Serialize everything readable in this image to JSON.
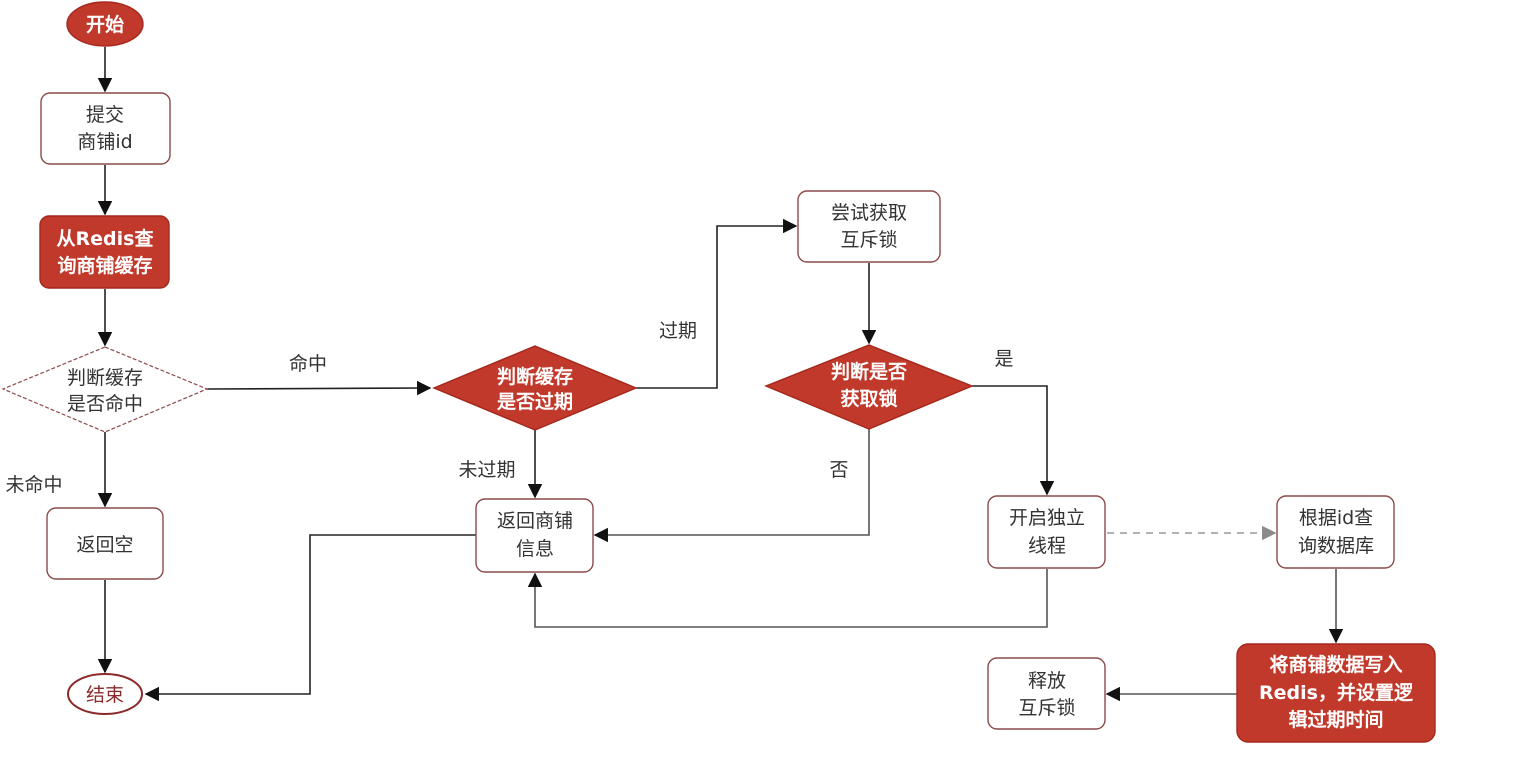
{
  "colors": {
    "accent_fill": "#c0392b",
    "node_border": "#8b4a4a",
    "edge": "#222222",
    "dashed_edge": "#999999",
    "text": "#333333"
  },
  "nodes": {
    "start": {
      "lines": [
        "开始"
      ],
      "shape": "ellipse",
      "style": "filled"
    },
    "submit_id": {
      "lines": [
        "提交",
        "商铺id"
      ],
      "shape": "rounded-rect",
      "style": "outline"
    },
    "query_redis": {
      "lines": [
        "从Redis查",
        "询商铺缓存"
      ],
      "shape": "rounded-rect",
      "style": "filled"
    },
    "check_hit": {
      "lines": [
        "判断缓存",
        "是否命中"
      ],
      "shape": "diamond",
      "style": "outline"
    },
    "return_null": {
      "lines": [
        "返回空"
      ],
      "shape": "rounded-rect",
      "style": "outline"
    },
    "end": {
      "lines": [
        "结束"
      ],
      "shape": "ellipse",
      "style": "outline"
    },
    "check_expired": {
      "lines": [
        "判断缓存",
        "是否过期"
      ],
      "shape": "diamond",
      "style": "filled"
    },
    "return_shop": {
      "lines": [
        "返回商铺",
        "信息"
      ],
      "shape": "rounded-rect",
      "style": "outline"
    },
    "try_lock": {
      "lines": [
        "尝试获取",
        "互斥锁"
      ],
      "shape": "rounded-rect",
      "style": "outline"
    },
    "check_lock": {
      "lines": [
        "判断是否",
        "获取锁"
      ],
      "shape": "diamond",
      "style": "filled"
    },
    "new_thread": {
      "lines": [
        "开启独立",
        "线程"
      ],
      "shape": "rounded-rect",
      "style": "outline"
    },
    "query_db": {
      "lines": [
        "根据id查",
        "询数据库"
      ],
      "shape": "rounded-rect",
      "style": "outline"
    },
    "write_redis": {
      "lines": [
        "将商铺数据写入",
        "Redis，并设置逻",
        "辑过期时间"
      ],
      "shape": "rounded-rect",
      "style": "filled"
    },
    "release_lock": {
      "lines": [
        "释放",
        "互斥锁"
      ],
      "shape": "rounded-rect",
      "style": "outline"
    }
  },
  "edges": [
    {
      "from": "start",
      "to": "submit_id",
      "label": ""
    },
    {
      "from": "submit_id",
      "to": "query_redis",
      "label": ""
    },
    {
      "from": "query_redis",
      "to": "check_hit",
      "label": ""
    },
    {
      "from": "check_hit",
      "to": "check_expired",
      "label": "命中"
    },
    {
      "from": "check_hit",
      "to": "return_null",
      "label": "未命中"
    },
    {
      "from": "return_null",
      "to": "end",
      "label": ""
    },
    {
      "from": "check_expired",
      "to": "try_lock",
      "label": "过期"
    },
    {
      "from": "check_expired",
      "to": "return_shop",
      "label": "未过期"
    },
    {
      "from": "return_shop",
      "to": "end",
      "label": ""
    },
    {
      "from": "try_lock",
      "to": "check_lock",
      "label": ""
    },
    {
      "from": "check_lock",
      "to": "new_thread",
      "label": "是"
    },
    {
      "from": "check_lock",
      "to": "return_shop",
      "label": "否"
    },
    {
      "from": "new_thread",
      "to": "return_shop",
      "label": ""
    },
    {
      "from": "new_thread",
      "to": "query_db",
      "label": "",
      "style": "dashed"
    },
    {
      "from": "query_db",
      "to": "write_redis",
      "label": ""
    },
    {
      "from": "write_redis",
      "to": "release_lock",
      "label": ""
    }
  ],
  "edge_labels": {
    "hit": "命中",
    "miss": "未命中",
    "expired": "过期",
    "not_expired": "未过期",
    "yes": "是",
    "no": "否"
  }
}
